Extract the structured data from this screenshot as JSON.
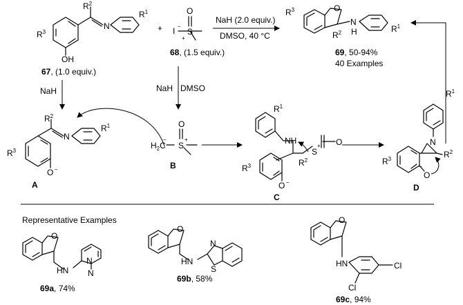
{
  "scheme": {
    "reaction_top": {
      "reagents": [
        "NaH (2.0 equiv.)",
        "DMSO, 40 °C"
      ],
      "plus": "+",
      "reactant1": {
        "id": "67",
        "amount": ", (1.0 equiv.)"
      },
      "reactant2": {
        "id": "68",
        "amount": ", (1.5 equiv.)",
        "counterion": "I"
      },
      "product": {
        "id": "69",
        "yield": ", 50-94%",
        "examples": "40 Examples"
      }
    },
    "step_left_reagent": "NaH",
    "step_right_reagent": "NaH",
    "step_right_solvent": "DMSO",
    "intermediates": {
      "A": "A",
      "B": "B",
      "C": "C",
      "D": "D"
    },
    "atom_labels": {
      "R1": "R",
      "R2": "R",
      "R3": "R",
      "sup1": "1",
      "sup2": "2",
      "sup3": "3",
      "N": "N",
      "NH": "NH",
      "HN": "HN",
      "H": "H",
      "O": "O",
      "OH": "OH",
      "S": "S",
      "Cl": "Cl",
      "plus_charge": "+",
      "minus_charge": "−"
    },
    "examples_title": "Representative Examples",
    "examples": [
      {
        "id": "69a",
        "yield": ", 74%"
      },
      {
        "id": "69b",
        "yield": ", 58%"
      },
      {
        "id": "69c",
        "yield": ", 94%"
      }
    ]
  }
}
